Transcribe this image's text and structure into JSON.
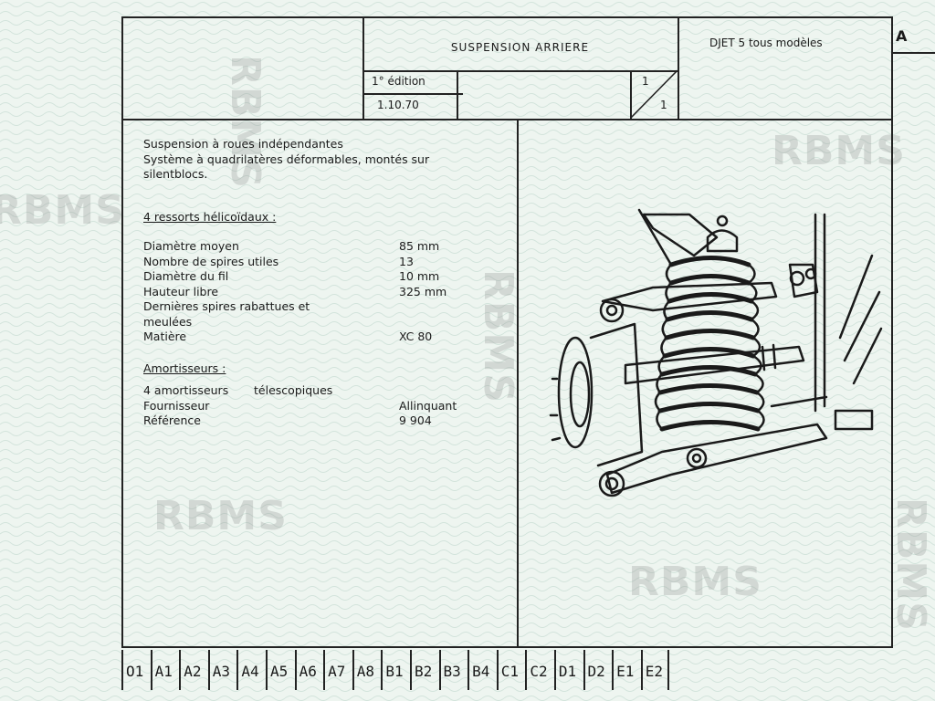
{
  "watermark": "RBMS",
  "header": {
    "title": "SUSPENSION ARRIERE",
    "model": "DJET 5   tous modèles",
    "edition": "1° édition",
    "date": "1.10.70",
    "page_num": "1",
    "page_den": "1",
    "tab_letter": "A"
  },
  "specs": {
    "intro": [
      "Suspension à roues indépendantes",
      "Système à quadrilatères déformables, montés sur",
      "silentblocs."
    ],
    "springs_title": "4 ressorts hélicoïdaux :",
    "springs": [
      {
        "label": "Diamètre moyen",
        "value": "85 mm"
      },
      {
        "label": "Nombre de spires utiles",
        "value": "13"
      },
      {
        "label": "Diamètre du fil",
        "value": "10 mm"
      },
      {
        "label": "Hauteur libre",
        "value": "325 mm"
      },
      {
        "label": "Dernières spires rabattues et",
        "value": ""
      },
      {
        "label": "meulées",
        "value": ""
      },
      {
        "label": "Matière",
        "value": "XC 80"
      }
    ],
    "dampers_title": "Amortisseurs :",
    "dampers": [
      {
        "label": "4 amortisseurs       télescopiques",
        "value": ""
      },
      {
        "label": "Fournisseur",
        "value": "Allinquant"
      },
      {
        "label": "Référence",
        "value": "9 904"
      }
    ]
  },
  "tabs": [
    "O1",
    "A1",
    "A2",
    "A3",
    "A4",
    "A5",
    "A6",
    "A7",
    "A8",
    "B1",
    "B2",
    "B3",
    "B4",
    "C1",
    "C2",
    "D1",
    "D2",
    "E1",
    "E2"
  ],
  "colors": {
    "paper": "#eef5f0",
    "ink": "#1a1a1a",
    "wave": "#c9ddd6"
  }
}
